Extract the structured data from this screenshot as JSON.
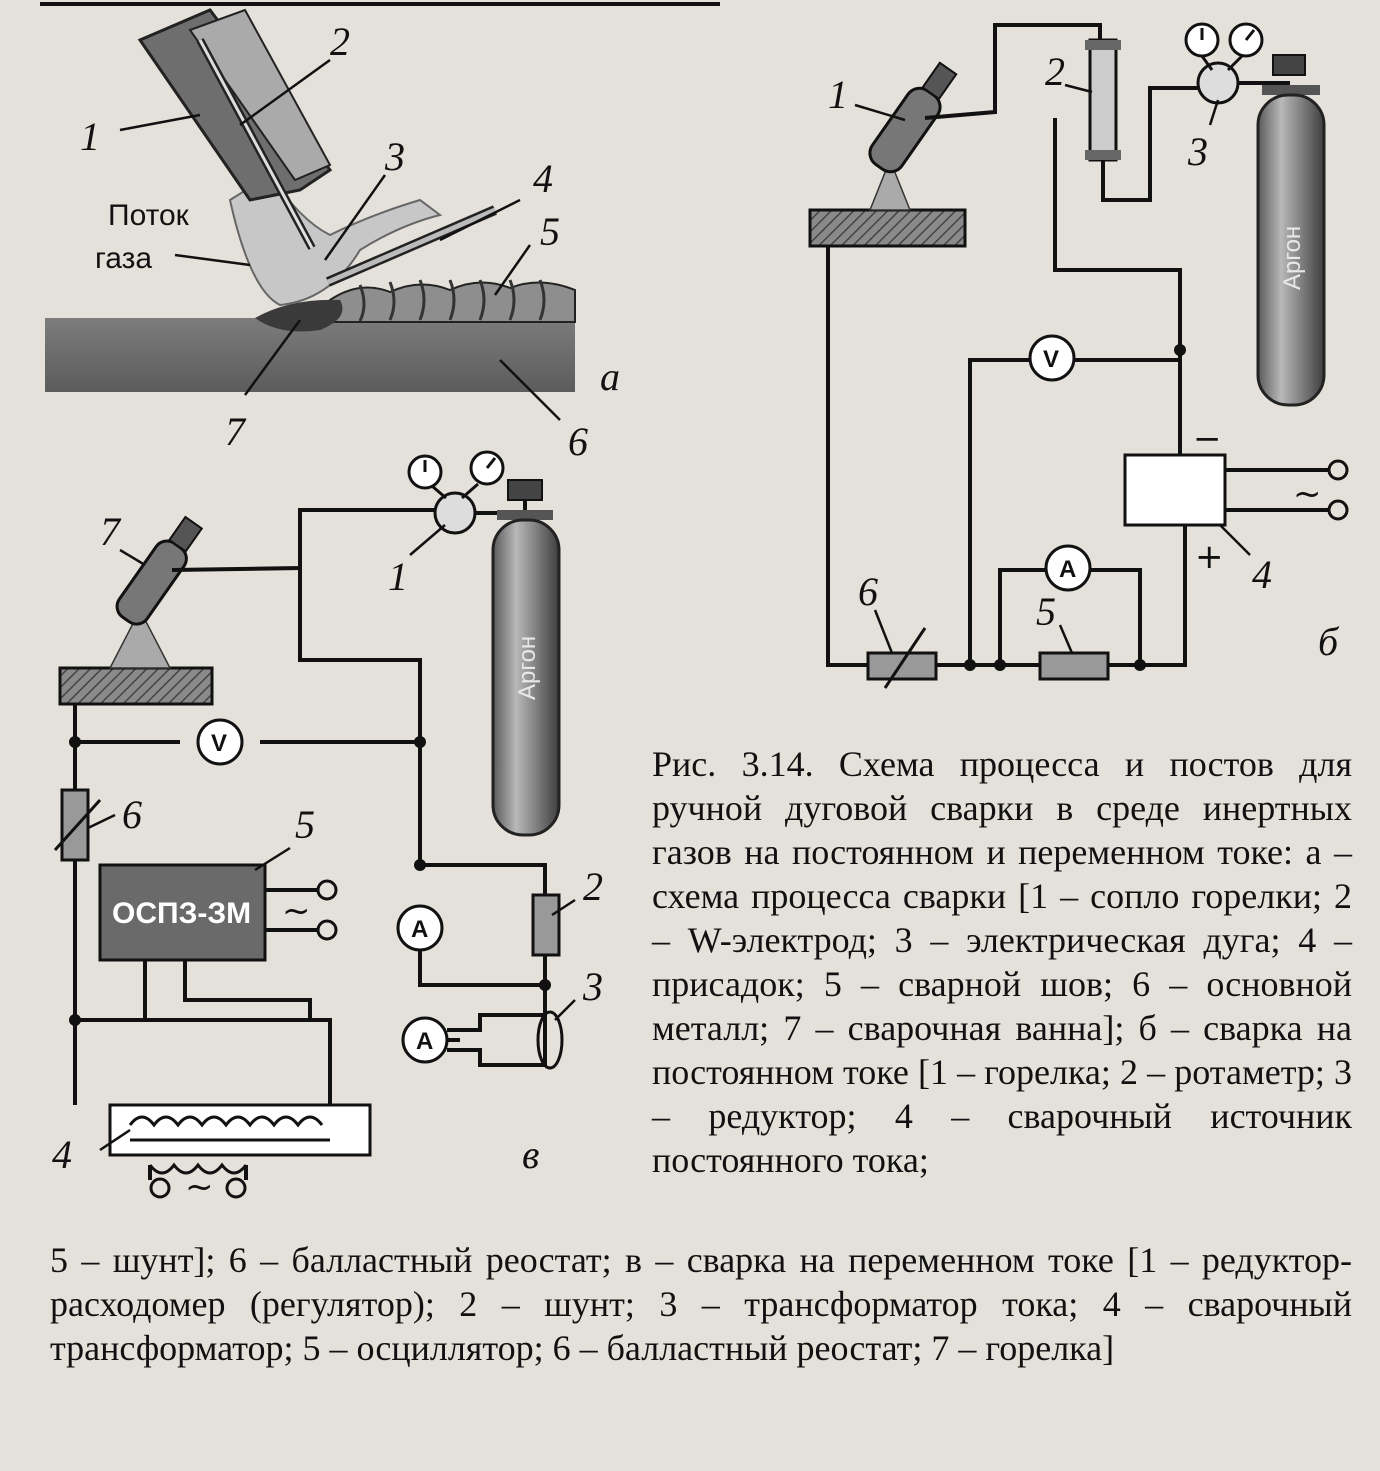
{
  "figure_a": {
    "gas_flow_label": "Поток газа",
    "gas_flow_line1": "Поток",
    "gas_flow_line2": "газа",
    "part_label": "а",
    "numbers": [
      "1",
      "2",
      "3",
      "4",
      "5",
      "6",
      "7"
    ]
  },
  "figure_b": {
    "part_label": "б",
    "cylinder_label": "Аргон",
    "voltmeter": "V",
    "ammeter": "A",
    "minus": "−",
    "plus": "+",
    "ac_symbol": "~",
    "numbers": [
      "1",
      "2",
      "3",
      "4",
      "5",
      "6"
    ]
  },
  "figure_v": {
    "part_label": "в",
    "cylinder_label": "Аргон",
    "oscillator_label": "ОСПЗ-ЗМ",
    "voltmeter": "V",
    "ammeter": "A",
    "ac_symbol": "~",
    "numbers": [
      "1",
      "2",
      "3",
      "4",
      "5",
      "6",
      "7"
    ]
  },
  "caption": {
    "title": "Рис. 3.14. Схема процесса и постов для ручной дуговой сварки в среде инертных газов на постоянном и переменном токе:",
    "part_a": "а – схема процесса сварки [1 – сопло горелки; 2 – W-электрод; 3 – электрическая дуга; 4 – присадок; 5 – сварной шов; 6 – основной металл; 7 – сварочная ванна];",
    "part_b": "б – сварка на постоянном токе [1 – горелка; 2 – ротаметр; 3 – редуктор; 4 – сварочный источник постоянного тока;",
    "part_b_tail": "5 – шунт]; 6 – балластный реостат;",
    "part_v": "в – сварка на переменном токе [1 – редуктор-расходомер (регулятор); 2 – шунт; 3 – трансформатор тока; 4 – сварочный трансформатор; 5 – осциллятор; 6 – балластный реостат; 7 – горелка]"
  }
}
